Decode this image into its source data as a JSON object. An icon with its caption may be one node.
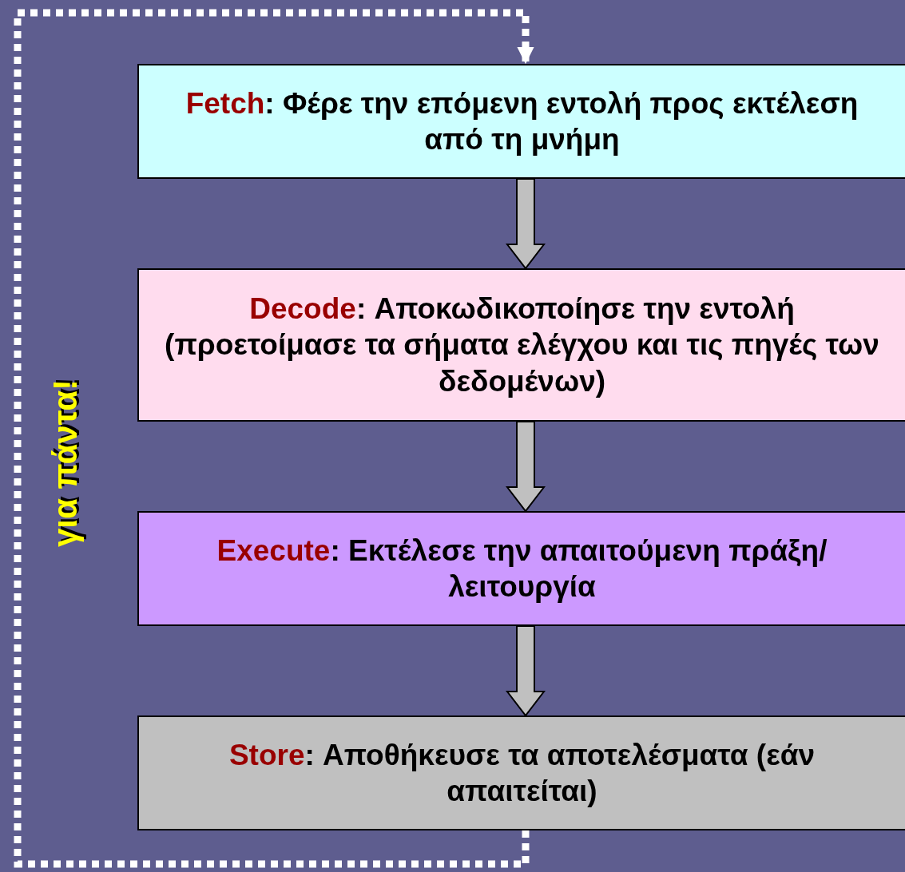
{
  "diagram": {
    "nodes": [
      {
        "text": [
          "**Fetch**: Φέρε την επόμενη εντολή προς εκτέλεση από τη μνήμη"
        ]
      },
      {
        "text": [
          "**Decode**: Αποκωδικοποίησε την εντολή (προετοίμασε τα σήματα ελέγχου και τις πηγές των δεδομένων)"
        ]
      },
      {
        "text": [
          "**Execute**: Εκτέλεσε την απαιτούμενη πράξη/λειτουργία"
        ]
      },
      {
        "text": [
          "**Store**: Αποθήκευσε τα αποτελέσματα (εάν απαιτείται)"
        ]
      }
    ],
    "edges": [
      {
        "from": 0,
        "to": 1,
        "arrow": "to"
      },
      {
        "from": 1,
        "to": 2,
        "arrow": "to"
      },
      {
        "from": 2,
        "to": 3,
        "arrow": "to"
      },
      {
        "from": 3,
        "to": 0,
        "arrow": "to",
        "label": "για πάντα!",
        "style": "dashed",
        "color": "#ffffff"
      }
    ]
  }
}
